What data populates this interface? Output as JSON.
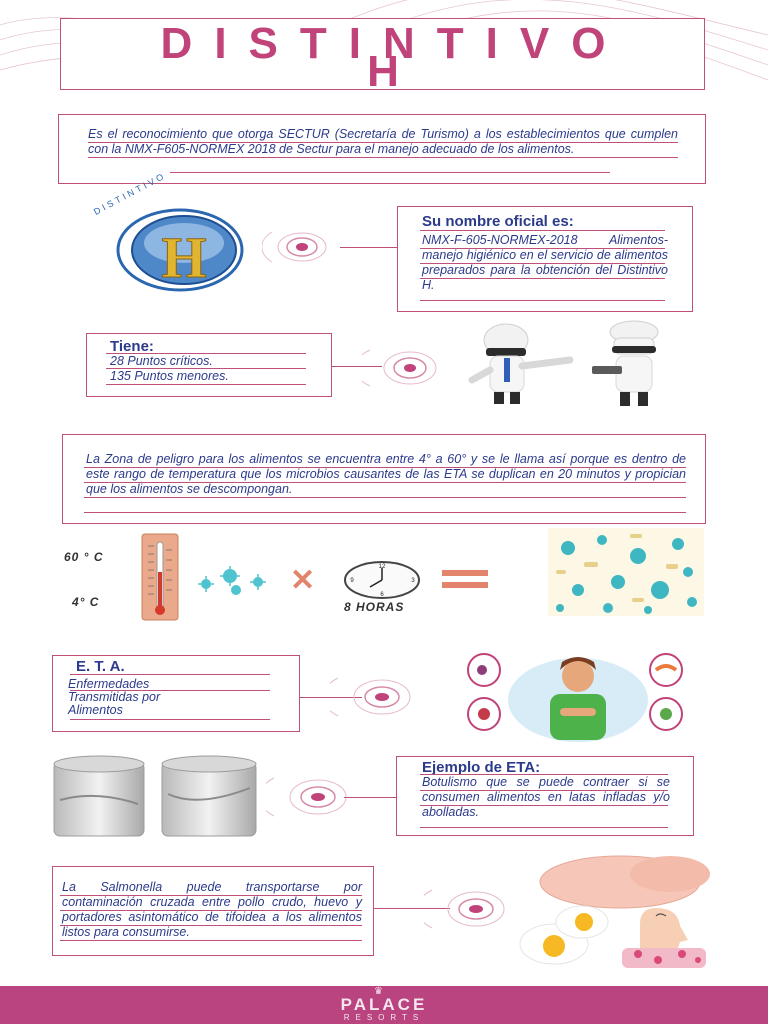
{
  "colors": {
    "accent": "#c0437a",
    "text": "#2c3a8c",
    "footer": "#b9447f"
  },
  "title": {
    "line1": "DISTINTIVO",
    "line2": "H"
  },
  "intro": "Es el reconocimiento que otorga SECTUR (Secretaría de Turismo) a los establecimientos que cumplen con la NMX-F605-NORMEX 2018 de Sectur para el manejo adecuado de los alimentos.",
  "logo": {
    "ring_text": "DISTINTIVO",
    "letter": "H"
  },
  "official_name": {
    "heading": "Su nombre oficial es:",
    "body": "NMX-F-605-NORMEX-2018 Alimentos-manejo higiénico en el servicio de alimentos preparados para la obtención del Distintivo H."
  },
  "tiene": {
    "heading": "Tiene:",
    "line1": "28  Puntos críticos.",
    "line2": "135 Puntos menores."
  },
  "danger_zone": "La Zona de peligro para los alimentos se encuentra entre 4° a 60° y se le llama así porque es dentro de este rango de temperatura que los microbios causantes de las ETA se duplican en 20 minutos y propician que los alimentos se descompongan.",
  "temperature": {
    "high": "60 ° C",
    "low": "4° C",
    "hours": "8 HORAS"
  },
  "eta": {
    "heading": "E. T. A.",
    "line1": "Enfermedades",
    "line2": "Transmitidas por",
    "line3": "Alimentos"
  },
  "example": {
    "heading": "Ejemplo de ETA:",
    "body": "Botulismo que se puede contraer si se consumen alimentos en latas infladas y/o abolladas."
  },
  "salmonella": "La Salmonella puede transportarse por contaminación cruzada entre pollo crudo, huevo y portadores asintomático de tifoidea a los alimentos listos para consumirse.",
  "footer": {
    "brand": "PALACE",
    "sub": "RESORTS"
  }
}
